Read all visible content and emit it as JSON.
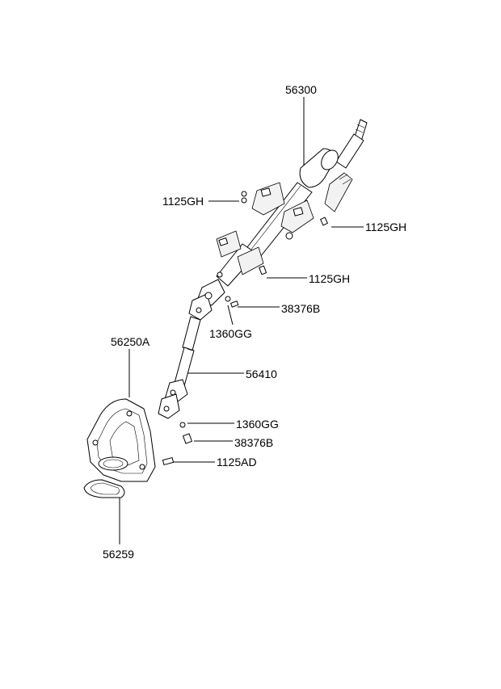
{
  "diagram": {
    "labels": {
      "steering_column": "56300",
      "bolt_upper_left": "1125GH",
      "bolt_upper_right": "1125GH",
      "bolt_middle": "1125GH",
      "bolt_joint_upper": "38376B",
      "nut_joint_upper": "1360GG",
      "shaft": "56410",
      "cover": "56250A",
      "nut_joint_lower": "1360GG",
      "bolt_joint_lower": "38376B",
      "bolt_cover": "1125AD",
      "seal_ring": "56259"
    }
  }
}
